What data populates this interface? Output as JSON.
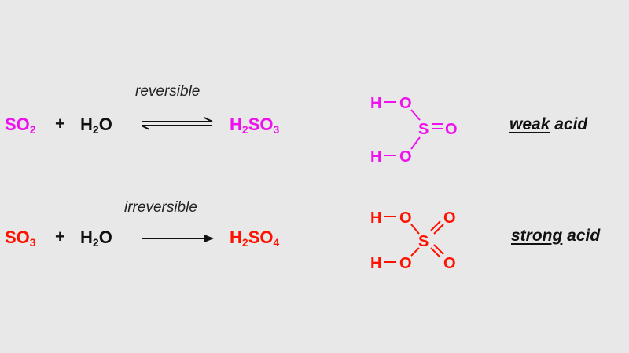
{
  "colors": {
    "weak_acid": "#ee11ee",
    "strong_acid": "#ff1100",
    "text": "#111111",
    "background": "#e8e8e8"
  },
  "reaction1": {
    "oxide": {
      "element": "SO",
      "sub": "2"
    },
    "plus": "+",
    "water": {
      "h": "H",
      "sub": "2",
      "o": "O"
    },
    "condition": "reversible",
    "arrow": "equilibrium",
    "product": {
      "h": "H",
      "h_sub": "2",
      "so": "SO",
      "so_sub": "3"
    },
    "structure": {
      "h1": "H",
      "o1": "O",
      "s": "S",
      "o_double": "O",
      "h2": "H",
      "o2": "O"
    },
    "label_key": "weak",
    "label_rest": " acid"
  },
  "reaction2": {
    "oxide": {
      "element": "SO",
      "sub": "3"
    },
    "plus": "+",
    "water": {
      "h": "H",
      "sub": "2",
      "o": "O"
    },
    "condition": "irreversible",
    "arrow": "single",
    "product": {
      "h": "H",
      "h_sub": "2",
      "so": "SO",
      "so_sub": "4"
    },
    "structure": {
      "h1": "H",
      "o1": "O",
      "s": "S",
      "o_double1": "O",
      "h2": "H",
      "o2": "O",
      "o_double2": "O"
    },
    "label_key": "strong",
    "label_rest": " acid"
  }
}
